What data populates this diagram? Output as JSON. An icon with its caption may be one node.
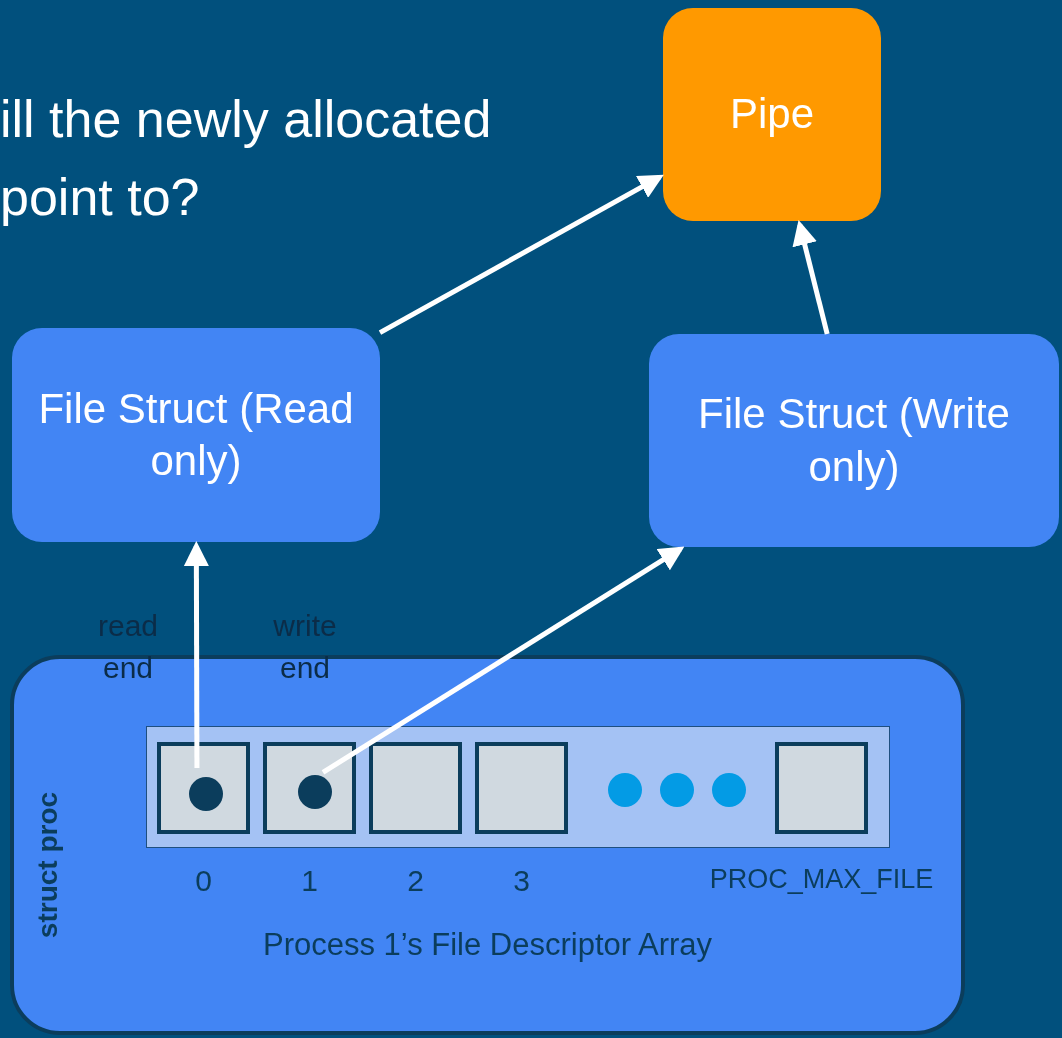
{
  "diagram": {
    "title": "ill the newly allocated point to?",
    "nodes": [
      {
        "text": [
          "Pipe"
        ]
      },
      {
        "text": [
          "File Struct (Read only)"
        ]
      },
      {
        "text": [
          "File Struct (Write only)"
        ]
      },
      {
        "text": [
          "struct proc",
          "Process 1’s File Descriptor Array"
        ]
      },
      {
        "text": [],
        "shape": "bar",
        "in": 3
      },
      {
        "text": [],
        "shape": "box",
        "in": 4,
        "beside": [
          "0"
        ]
      },
      {
        "text": [],
        "shape": "box",
        "in": 4,
        "beside": [
          "1"
        ]
      },
      {
        "text": [],
        "shape": "box",
        "in": 4,
        "beside": [
          "2"
        ]
      },
      {
        "text": [],
        "shape": "box",
        "in": 4,
        "beside": [
          "3"
        ]
      },
      {
        "text": [],
        "shape": "box",
        "in": 4,
        "beside": [
          "PROC_MAX_FILE"
        ]
      },
      {
        "text": [],
        "shape": "circle",
        "in": 5
      },
      {
        "text": [],
        "shape": "circle",
        "in": 6
      }
    ],
    "edges": [
      {
        "from": 1,
        "to": 0,
        "arrow": "to"
      },
      {
        "from": 2,
        "to": 0,
        "arrow": "to"
      },
      {
        "from": 10,
        "to": 1,
        "arrow": "to",
        "label": "read end"
      },
      {
        "from": 11,
        "to": 2,
        "arrow": "to",
        "label": "write end"
      }
    ]
  }
}
